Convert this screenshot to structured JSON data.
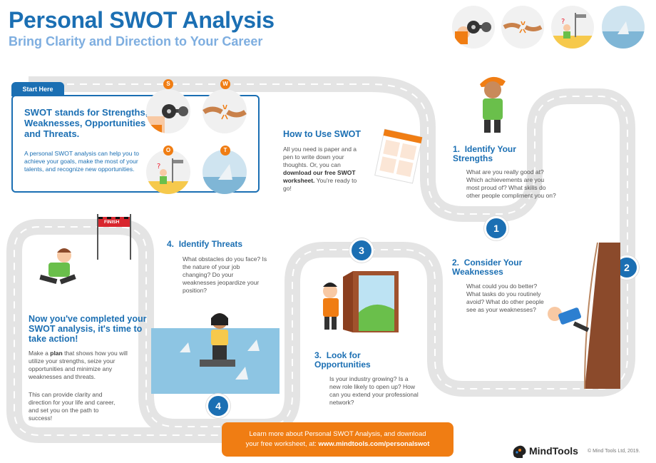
{
  "header": {
    "title": "Personal SWOT Analysis",
    "subtitle": "Bring Clarity and Direction to Your Career"
  },
  "start": {
    "tab_label": "Start Here",
    "heading": "SWOT stands for Strengths, Weaknesses, Opportunities and Threats.",
    "body": "A personal SWOT analysis can help you to achieve your goals, make the most of your talents, and recognize new opportunities.",
    "letters": [
      "S",
      "W",
      "O",
      "T"
    ]
  },
  "how_to": {
    "title": "How to Use SWOT",
    "body_before": "All you need is paper and a pen to write down your thoughts. Or, you can ",
    "body_link": "download our free SWOT worksheet.",
    "body_after": " You're ready to go!"
  },
  "steps": [
    {
      "number": "1",
      "prefix": "1.",
      "title": "Identify Your Strengths",
      "body": "What are you really good at? Which achievements are you most proud of? What skills do other people compliment you on?"
    },
    {
      "number": "2",
      "prefix": "2.",
      "title": "Consider Your Weaknesses",
      "body": "What could you do better? What tasks do you routinely avoid? What do other people see as your weaknesses?"
    },
    {
      "number": "3",
      "prefix": "3.",
      "title": "Look for Opportunities",
      "body": "Is your industry growing? Is a new role likely to open up? How can you extend your professional network?"
    },
    {
      "number": "4",
      "prefix": "4.",
      "title": "Identify Threats",
      "body": "What obstacles do you face? Is the nature of your job changing? Do your weaknesses jeopardize your position?"
    }
  ],
  "action": {
    "title": "Now you've completed your SWOT analysis, it's time to take action!",
    "body1_before": "Make a ",
    "body1_bold": "plan",
    "body1_after": " that shows how you will utilize your strengths, seize your opportunities and minimize any weaknesses and threats.",
    "body2": "This can provide clarity and direction for your life and career, and set you on the path to success!"
  },
  "finish_label": "FINISH",
  "cta": {
    "line1": "Learn more about Personal SWOT Analysis, and download",
    "line2_before": "your free worksheet, at: ",
    "line2_link": "www.mindtools.com/personalswot"
  },
  "footer": {
    "logo": "MindTools",
    "copyright": "© Mind Tools Ltd, 2019."
  },
  "colors": {
    "blue": "#1b6fb3",
    "light_blue": "#7eaee0",
    "orange": "#f07d13",
    "path_gray": "#dcdcdc"
  }
}
